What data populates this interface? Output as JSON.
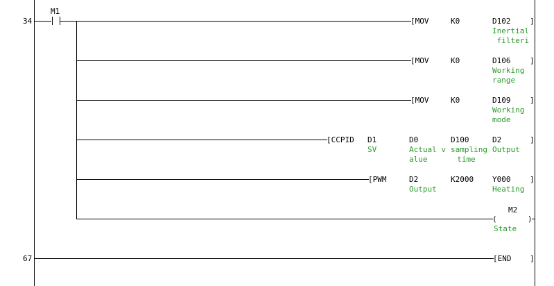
{
  "rungs": [
    {
      "step": "34",
      "contact": "M1",
      "instructions": [
        {
          "op": "[MOV",
          "operands": [
            {
              "v": "K0"
            },
            {
              "v": "D102",
              "c": [
                "Inertial",
                " filteri"
              ]
            }
          ]
        },
        {
          "op": "[MOV",
          "operands": [
            {
              "v": "K0"
            },
            {
              "v": "D106",
              "c": [
                "Working",
                "range"
              ]
            }
          ]
        },
        {
          "op": "[MOV",
          "operands": [
            {
              "v": "K0"
            },
            {
              "v": "D109",
              "c": [
                "Working",
                "mode"
              ]
            }
          ]
        },
        {
          "op": "[CCPID",
          "operands": [
            {
              "v": "D1",
              "c": [
                "SV"
              ]
            },
            {
              "v": "D0",
              "c": [
                "Actual v",
                "alue"
              ]
            },
            {
              "v": "D100",
              "c": [
                "sampling",
                "  time"
              ]
            },
            {
              "v": "D2",
              "c": [
                "Output"
              ]
            }
          ]
        },
        {
          "op": "[PWM",
          "operands": [
            {
              "v": "D2",
              "c": [
                "Output"
              ]
            },
            {
              "v": "K2000"
            },
            {
              "v": "Y000",
              "c": [
                "Heating"
              ]
            }
          ]
        }
      ],
      "coil": {
        "device": "M2",
        "comment": "State",
        "open": "(",
        "close": ")"
      }
    },
    {
      "step": "67",
      "instructions": [
        {
          "op": "[END"
        }
      ]
    }
  ],
  "bracket_close": "]",
  "colors": {
    "line": "#000000",
    "comment": "#2a9a2a",
    "background": "#ffffff"
  }
}
